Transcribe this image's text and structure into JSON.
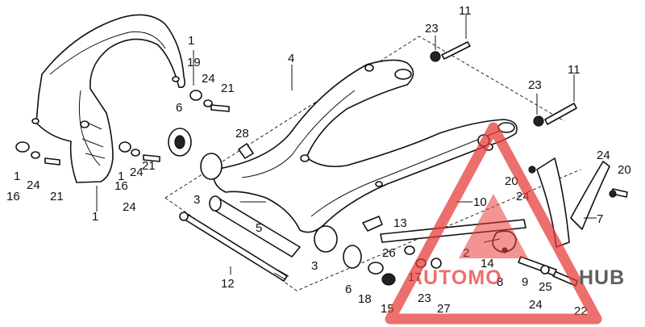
{
  "diagram": {
    "callouts": {
      "c1a": "1",
      "c1b": "1",
      "c1c": "1",
      "c1d": "1",
      "c2": "2",
      "c3a": "3",
      "c3b": "3",
      "c4": "4",
      "c5": "5",
      "c6a": "6",
      "c6b": "6",
      "c7": "7",
      "c8": "8",
      "c9": "9",
      "c10": "10",
      "c11a": "11",
      "c11b": "11",
      "c12": "12",
      "c13": "13",
      "c14": "14",
      "c15": "15",
      "c16a": "16",
      "c16b": "16",
      "c17": "17",
      "c18": "18",
      "c19": "19",
      "c20a": "20",
      "c20b": "20",
      "c21a": "21",
      "c21b": "21",
      "c21c": "21",
      "c22": "22",
      "c23a": "23",
      "c23b": "23",
      "c23c": "23",
      "c24a": "24",
      "c24b": "24",
      "c24c": "24",
      "c24d": "24",
      "c24e": "24",
      "c24f": "24",
      "c24g": "24",
      "c25": "25",
      "c26": "26",
      "c27": "27",
      "c28": "28"
    },
    "watermark": {
      "brand_left": "AUTOMO",
      "brand_right": "HUB",
      "color": "#e53935"
    }
  }
}
